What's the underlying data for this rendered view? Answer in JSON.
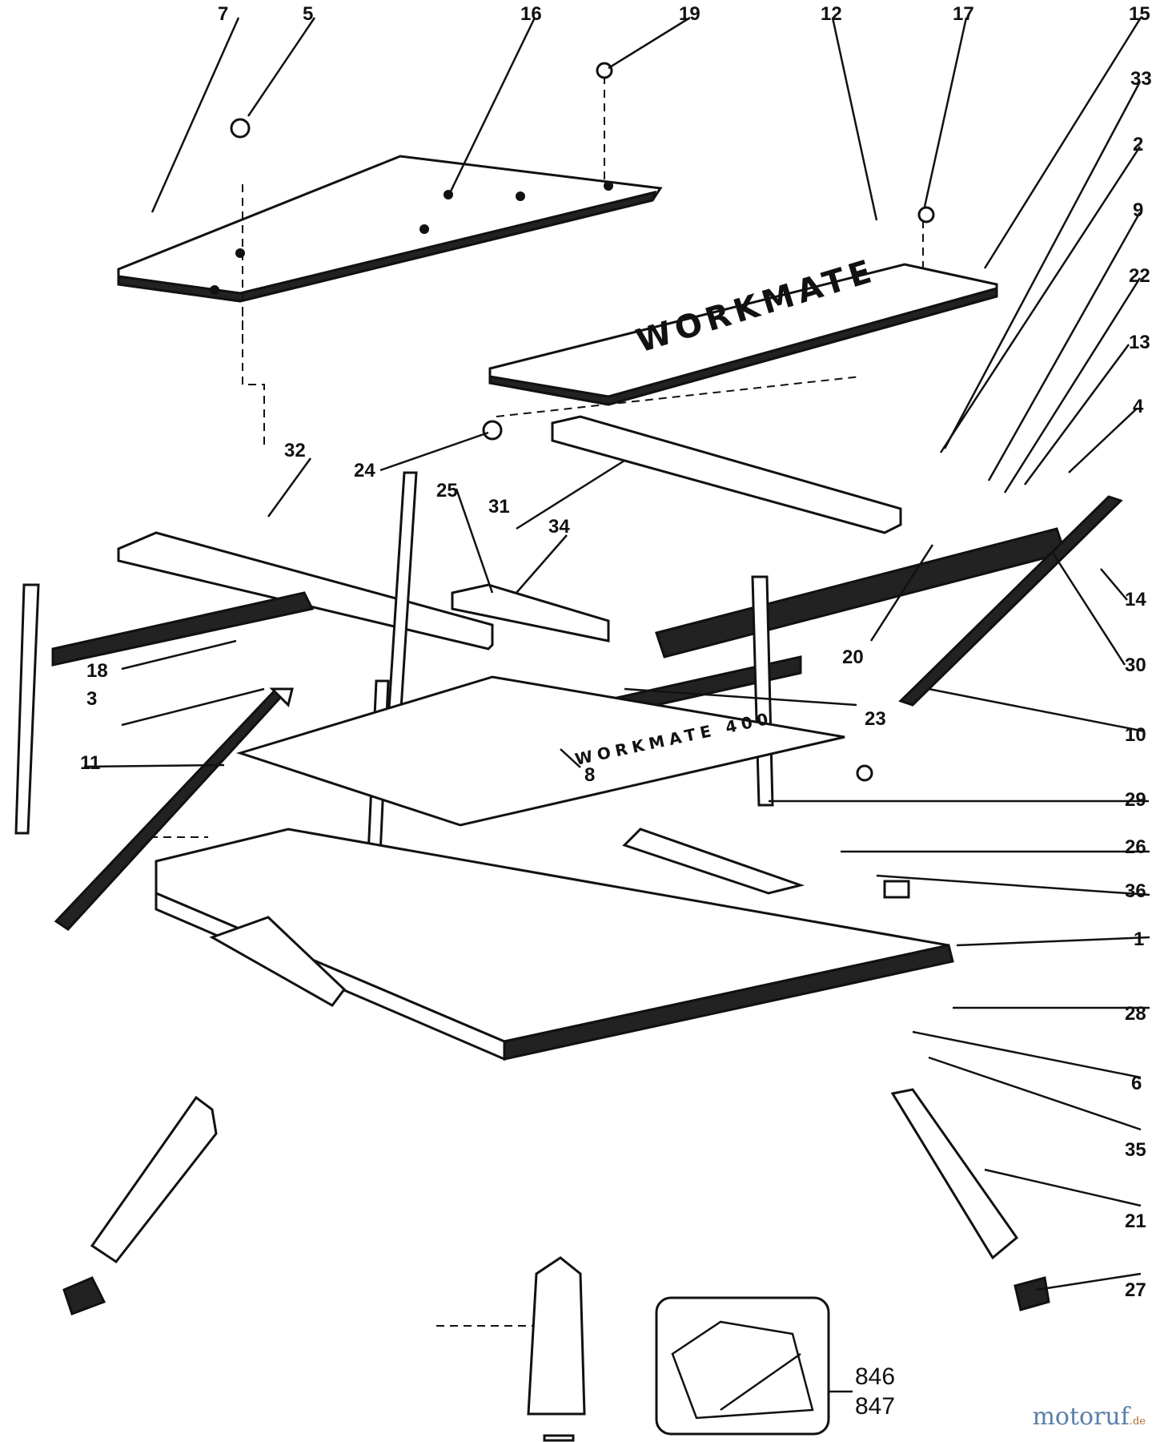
{
  "callouts": [
    {
      "id": "c7",
      "label": "7"
    },
    {
      "id": "c5",
      "label": "5"
    },
    {
      "id": "c16",
      "label": "16"
    },
    {
      "id": "c19",
      "label": "19"
    },
    {
      "id": "c12",
      "label": "12"
    },
    {
      "id": "c17",
      "label": "17"
    },
    {
      "id": "c15",
      "label": "15"
    },
    {
      "id": "c33",
      "label": "33"
    },
    {
      "id": "c2",
      "label": "2"
    },
    {
      "id": "c9",
      "label": "9"
    },
    {
      "id": "c22",
      "label": "22"
    },
    {
      "id": "c13",
      "label": "13"
    },
    {
      "id": "c4",
      "label": "4"
    },
    {
      "id": "c14",
      "label": "14"
    },
    {
      "id": "c30",
      "label": "30"
    },
    {
      "id": "c10",
      "label": "10"
    },
    {
      "id": "c20",
      "label": "20"
    },
    {
      "id": "c23",
      "label": "23"
    },
    {
      "id": "c29",
      "label": "29"
    },
    {
      "id": "c26",
      "label": "26"
    },
    {
      "id": "c36",
      "label": "36"
    },
    {
      "id": "c1",
      "label": "1"
    },
    {
      "id": "c28",
      "label": "28"
    },
    {
      "id": "c6",
      "label": "6"
    },
    {
      "id": "c35",
      "label": "35"
    },
    {
      "id": "c21",
      "label": "21"
    },
    {
      "id": "c27",
      "label": "27"
    },
    {
      "id": "c32",
      "label": "32"
    },
    {
      "id": "c24",
      "label": "24"
    },
    {
      "id": "c25",
      "label": "25"
    },
    {
      "id": "c31",
      "label": "31"
    },
    {
      "id": "c34",
      "label": "34"
    },
    {
      "id": "c18",
      "label": "18"
    },
    {
      "id": "c3",
      "label": "3"
    },
    {
      "id": "c11",
      "label": "11"
    },
    {
      "id": "c8",
      "label": "8"
    }
  ],
  "kit_labels": [
    "846",
    "847"
  ],
  "stamps": {
    "top_board": "WORKMATE",
    "crossbar": "WORKMATE 400"
  },
  "watermark": {
    "name": "motoruf",
    "tld": ".de"
  }
}
